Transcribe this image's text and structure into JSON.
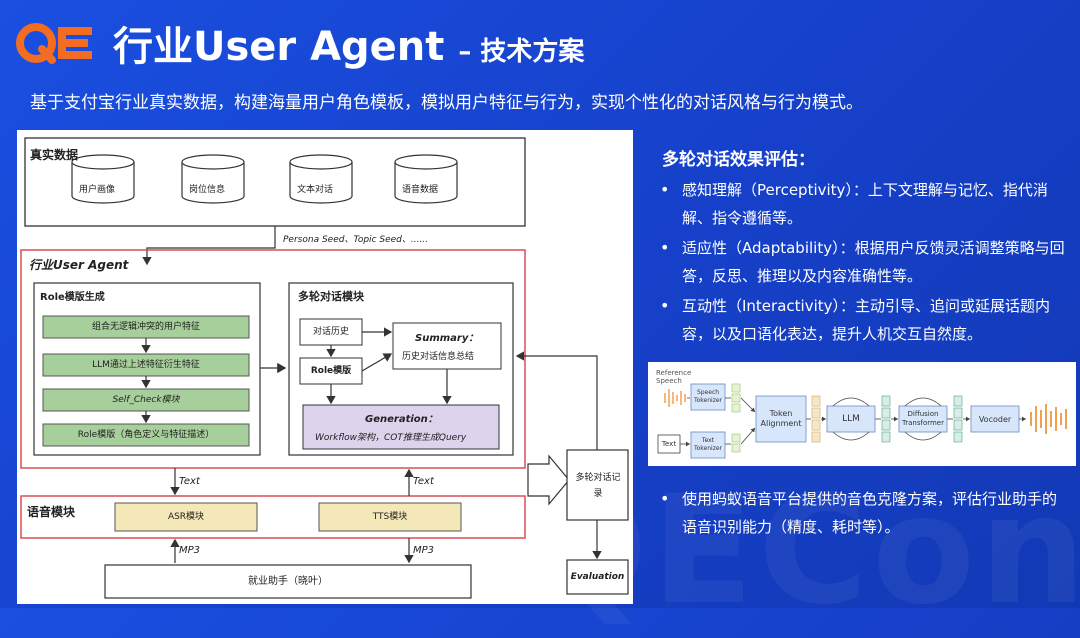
{
  "header": {
    "logo_text": "QE",
    "title": "行业User Agent",
    "title_suffix": "– 技术方案",
    "subtitle": "基于支付宝行业真实数据，构建海量用户角色模板，模拟用户特征与行为，实现个性化的对话风格与行为模式。"
  },
  "diagram": {
    "real_data": {
      "label": "真实数据",
      "sources": [
        "用户画像",
        "岗位信息",
        "文本对话",
        "语音数据"
      ]
    },
    "seed_label": "Persona Seed、Topic Seed、......",
    "agent_label": "行业User Agent",
    "role_gen": {
      "title": "Role模版生成",
      "steps": [
        "组合无逻辑冲突的用户特征",
        "LLM通过上述特征衍生特征",
        "Self_Check模块",
        "Role模版（角色定义与特征描述）"
      ]
    },
    "dialog_module": {
      "title": "多轮对话模块",
      "history": "对话历史",
      "role": "Role模版",
      "summary_title": "Summary：",
      "summary_desc": "历史对话信息总结",
      "gen_title": "Generation：",
      "gen_desc": "Workflow架构，COT推理生成Query"
    },
    "record": "多轮对话记录",
    "text_left": "Text",
    "text_right": "Text",
    "speech": {
      "label": "语音模块",
      "asr": "ASR模块",
      "tts": "TTS模块"
    },
    "mp3_left": "MP3",
    "mp3_right": "MP3",
    "assistant": "就业助手（晓叶）",
    "evaluation": "Evaluation"
  },
  "eval": {
    "title": "多轮对话效果评估：",
    "items": [
      "感知理解（Perceptivity）：上下文理解与记忆、指代消解、指令遵循等。",
      "适应性（Adaptability）：根据用户反馈灵活调整策略与回答，反思、推理以及内容准确性等。",
      "互动性（Interactivity）：主动引导、追问或延展话题内容，以及口语化表达，提升人机交互自然度。"
    ],
    "bottom_item": "使用蚂蚁语音平台提供的音色克隆方案，评估行业助手的语音识别能力（精度、耗时等）。"
  },
  "mini_diagram": {
    "reference": "Reference Speech",
    "speech_tokenizer": "Speech Tokenizer",
    "text": "Text",
    "text_tokenizer": "Text Tokenizer",
    "token_alignment": "Token Alignment",
    "llm": "LLM",
    "diffusion": "Diffusion Transformer",
    "vocoder": "Vocoder"
  },
  "colors": {
    "background": "#1a4fe0",
    "logo_orange": "#f26d21",
    "accent_red": "#d9404a",
    "step_green": "#a7cf9b",
    "asr_yellow": "#f4e8b8",
    "gen_purple": "#ddd3ec",
    "mini_blue": "#d7e6fb"
  },
  "icons": [
    "database-icon",
    "waveform-icon",
    "arrow-icon"
  ]
}
